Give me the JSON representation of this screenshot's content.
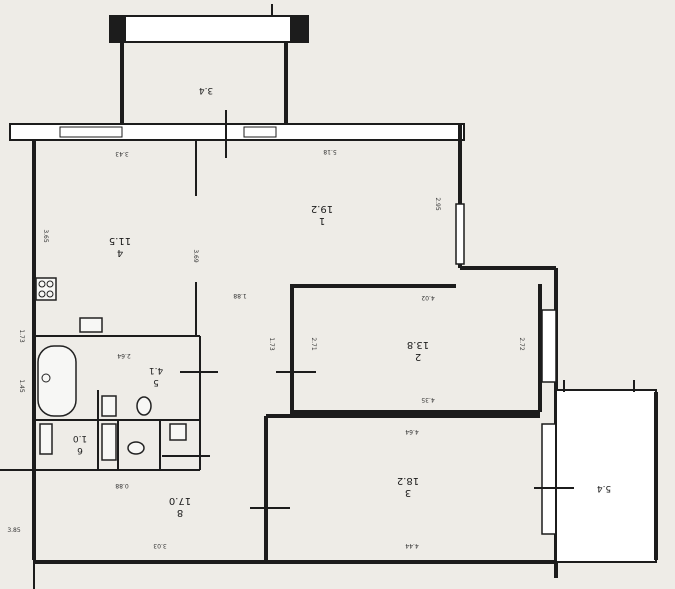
{
  "plan": {
    "rooms": [
      {
        "id": "balcony-top",
        "number": "",
        "area": "3.4"
      },
      {
        "id": "kitchen",
        "number": "4",
        "area": "11.5"
      },
      {
        "id": "living-room",
        "number": "1",
        "area": "19.2"
      },
      {
        "id": "bedroom-middle",
        "number": "2",
        "area": "13.8"
      },
      {
        "id": "bathroom",
        "number": "5",
        "area": "4.1"
      },
      {
        "id": "toilet",
        "number": "6",
        "area": "1.0"
      },
      {
        "id": "hall",
        "number": "8",
        "area": "17.0"
      },
      {
        "id": "bedroom-bottom",
        "number": "3",
        "area": "18.2"
      },
      {
        "id": "loggia-right",
        "number": "",
        "area": "5.4"
      }
    ],
    "dimensions": {
      "kitchen_top": "3.43",
      "living_top": "5.18",
      "living_right": "2.95",
      "kitchen_left": "3.65",
      "kitchen_partition": "3.69",
      "corridor": "1.88",
      "bathroom_top": "2.64",
      "bathroom_right": "1.73",
      "bedroom_top": "4.02",
      "bedroom_left": "2.71",
      "bedroom_right": "2.72",
      "bedroom_bottom": "4.35",
      "bedroom2_top": "4.64",
      "bedroom2_bottom": "4.44",
      "hall_bottom": "3.03",
      "hall_top": "0.88",
      "left_mid": "1.73",
      "left_low": "1.45",
      "left_edge_mark": "3.85"
    }
  }
}
